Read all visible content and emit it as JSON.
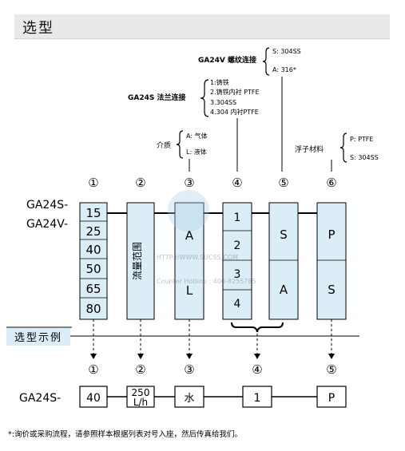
{
  "header": {
    "title": "选型"
  },
  "annotations": {
    "ga24v_conn": {
      "label": "GA24V 螺纹连接",
      "options": [
        "S: 304SS",
        "A: 316*"
      ]
    },
    "ga24s_conn": {
      "label": "GA24S 法兰连接",
      "options": [
        "1:铸铁",
        "2.铸铁内衬 PTFE",
        "3.304SS",
        "4.304 内衬PTFE"
      ]
    },
    "medium": {
      "label": "介质",
      "options": [
        "A: 气体",
        "L: 液体"
      ]
    },
    "float_material": {
      "label": "浮子材料",
      "options": [
        "P: PTFE",
        "S: 304SS"
      ]
    }
  },
  "model_labels": [
    "GA24S-",
    "GA24V-"
  ],
  "column_numbers": [
    "①",
    "②",
    "③",
    "④",
    "⑤",
    "⑥"
  ],
  "sizes": [
    "15",
    "25",
    "40",
    "50",
    "65",
    "80"
  ],
  "flow_range_label": "流量范围",
  "medium_codes": [
    "A",
    "L"
  ],
  "connection_codes": [
    "1",
    "2",
    "3",
    "4"
  ],
  "material_codes": [
    "S",
    "A"
  ],
  "float_codes": [
    "P",
    "S"
  ],
  "watermark": {
    "line1": "HTTP://WWW.SUCSS.COM",
    "line2": "Counter Hotline : 400-8255785"
  },
  "example": {
    "label": "选型示例",
    "numbers": [
      "①",
      "②",
      "③",
      "④",
      "⑤"
    ],
    "model": "GA24S-",
    "values": [
      "40",
      "250",
      "L/h",
      "水",
      "1",
      "P"
    ]
  },
  "footnote": "*:询价或采购流程，请参照样本根据列表对号入座，然后传真给我们。",
  "colors": {
    "box_fill": "#dbeef8",
    "line": "#000000",
    "header_bg": "#e9e9e9"
  }
}
